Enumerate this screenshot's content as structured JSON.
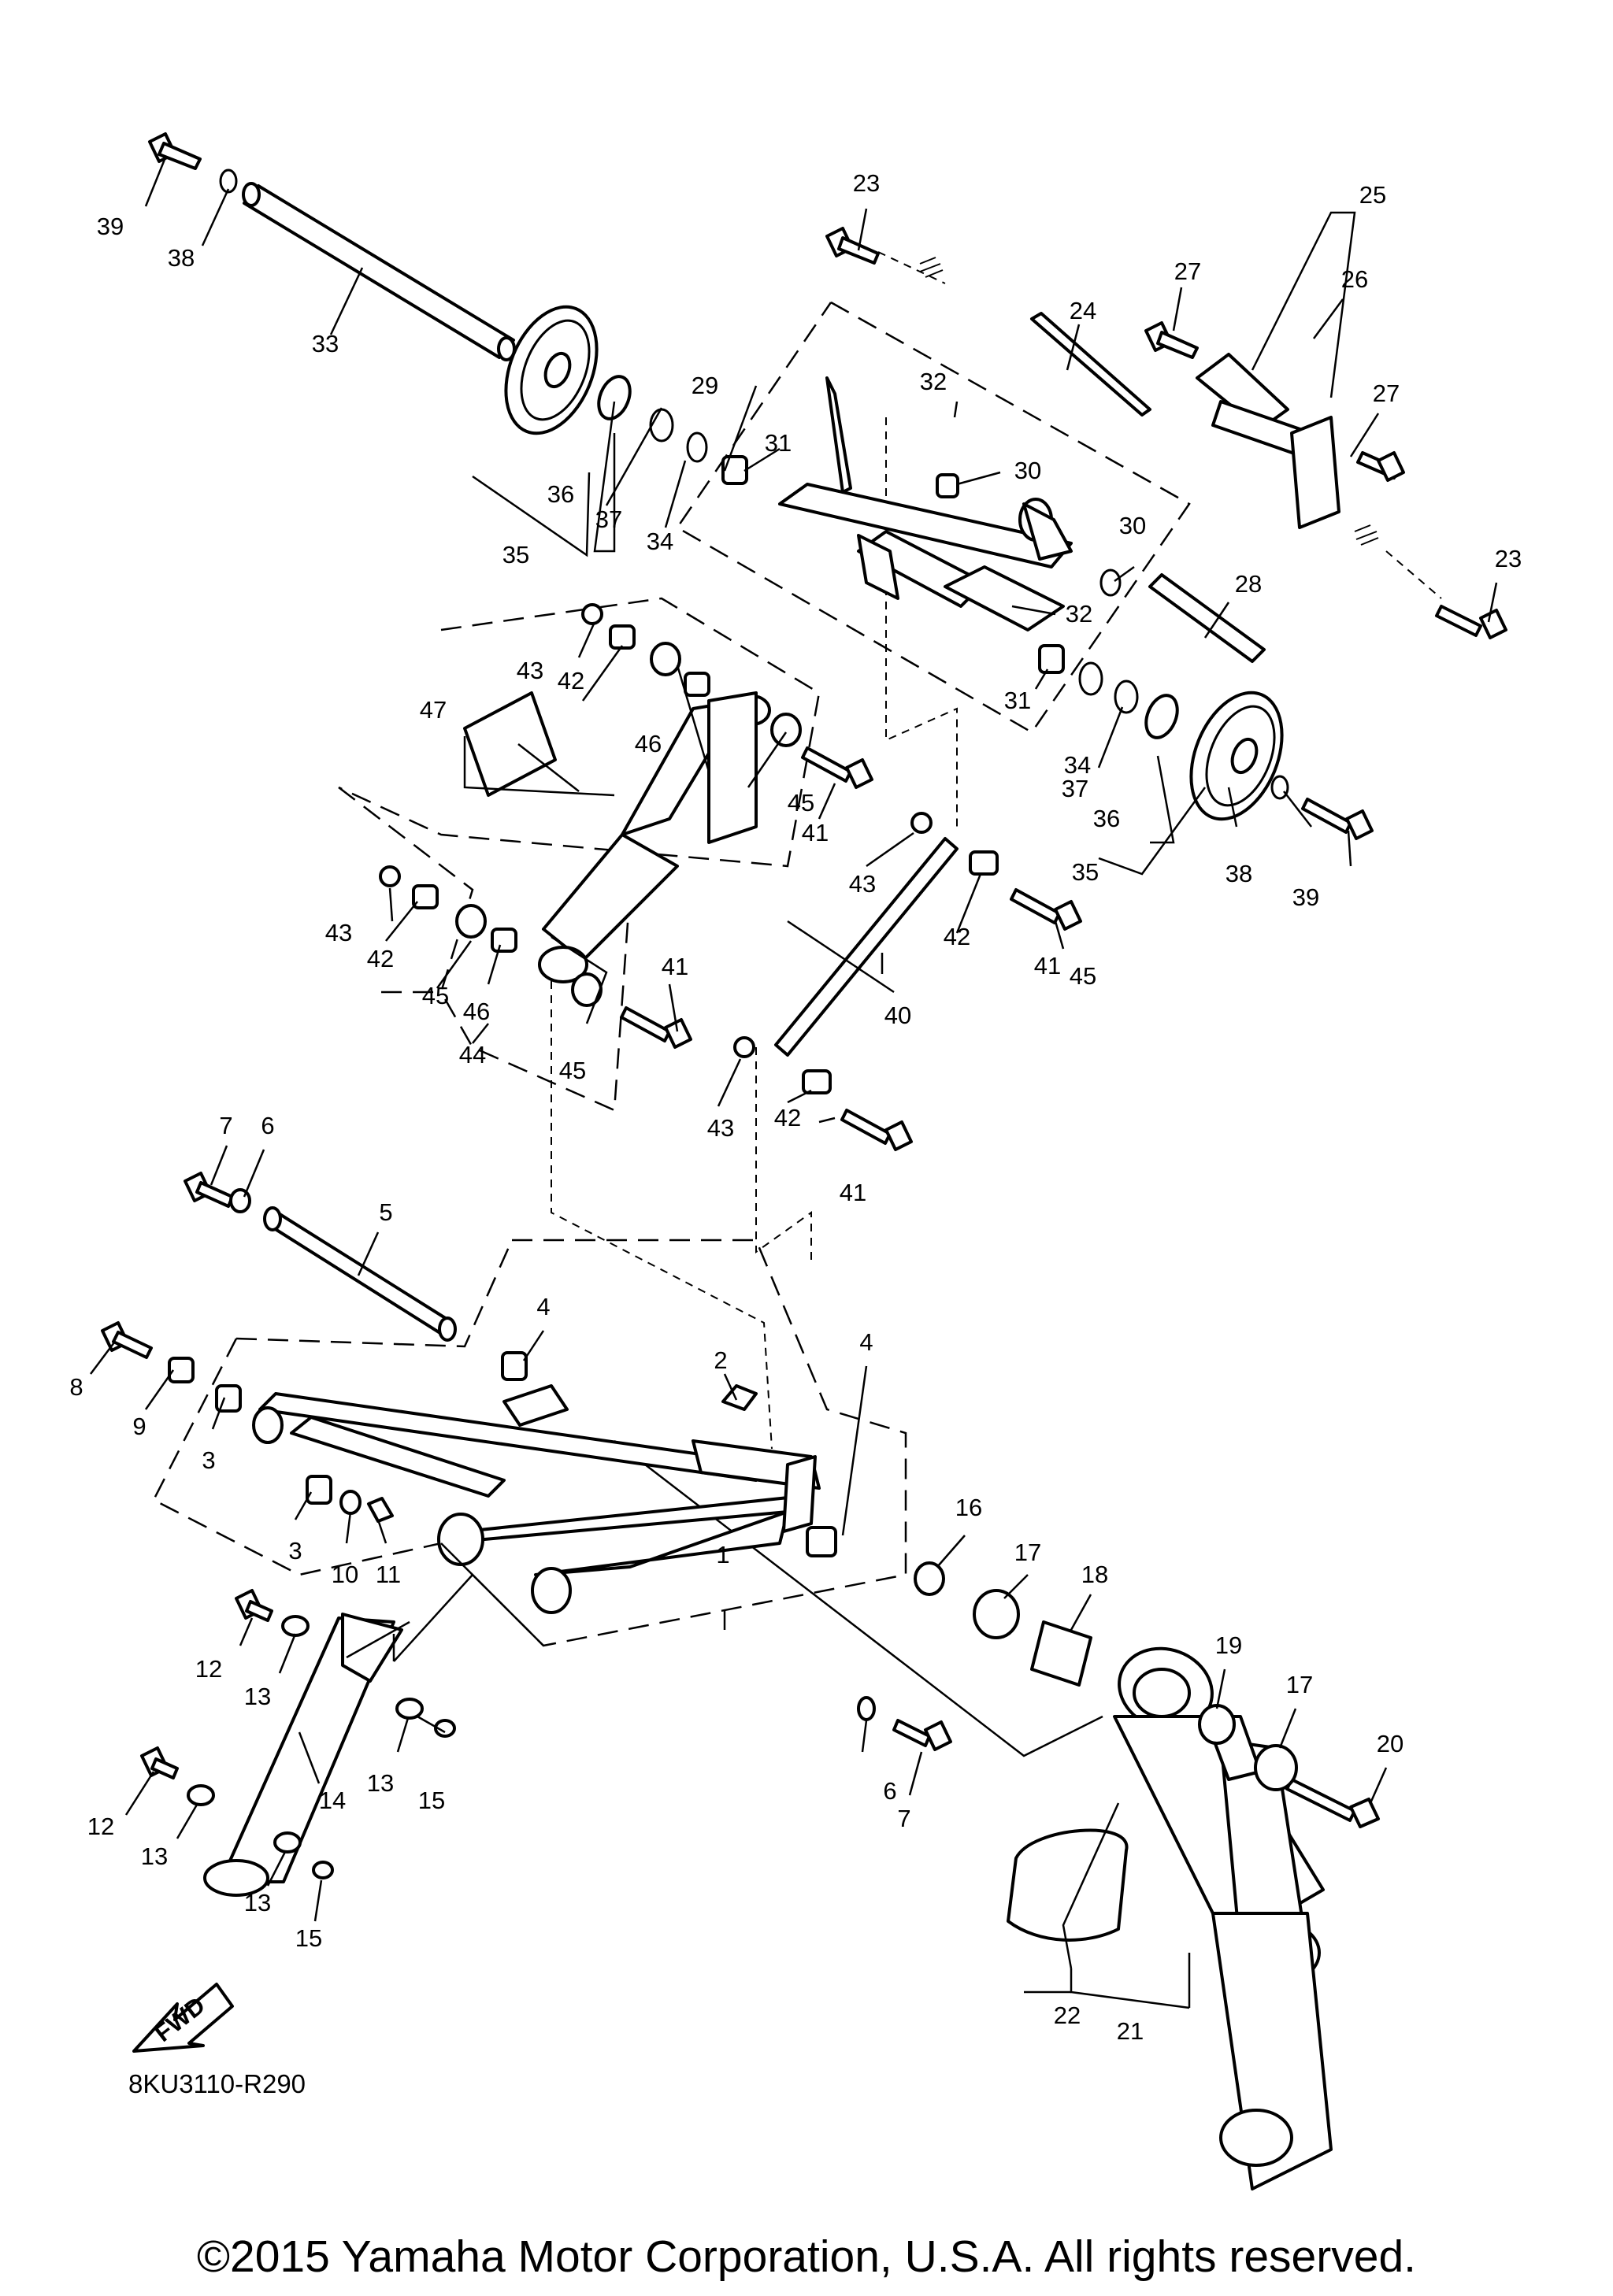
{
  "diagram": {
    "code": "8KU3110-R290",
    "copyright": "©2015 Yamaha Motor Corporation, U.S.A. All rights reserved.",
    "fwd_label": "FWD"
  },
  "callouts": [
    {
      "n": "1"
    },
    {
      "n": "2"
    },
    {
      "n": "3"
    },
    {
      "n": "3"
    },
    {
      "n": "4"
    },
    {
      "n": "4"
    },
    {
      "n": "5"
    },
    {
      "n": "6"
    },
    {
      "n": "6"
    },
    {
      "n": "7"
    },
    {
      "n": "7"
    },
    {
      "n": "8"
    },
    {
      "n": "9"
    },
    {
      "n": "10"
    },
    {
      "n": "11"
    },
    {
      "n": "12"
    },
    {
      "n": "12"
    },
    {
      "n": "13"
    },
    {
      "n": "13"
    },
    {
      "n": "13"
    },
    {
      "n": "13"
    },
    {
      "n": "14"
    },
    {
      "n": "15"
    },
    {
      "n": "15"
    },
    {
      "n": "16"
    },
    {
      "n": "17"
    },
    {
      "n": "17"
    },
    {
      "n": "18"
    },
    {
      "n": "19"
    },
    {
      "n": "20"
    },
    {
      "n": "21"
    },
    {
      "n": "22"
    },
    {
      "n": "23"
    },
    {
      "n": "23"
    },
    {
      "n": "24"
    },
    {
      "n": "25"
    },
    {
      "n": "26"
    },
    {
      "n": "27"
    },
    {
      "n": "27"
    },
    {
      "n": "28"
    },
    {
      "n": "29"
    },
    {
      "n": "30"
    },
    {
      "n": "30"
    },
    {
      "n": "31"
    },
    {
      "n": "31"
    },
    {
      "n": "32"
    },
    {
      "n": "32"
    },
    {
      "n": "33"
    },
    {
      "n": "34"
    },
    {
      "n": "34"
    },
    {
      "n": "35"
    },
    {
      "n": "35"
    },
    {
      "n": "36"
    },
    {
      "n": "36"
    },
    {
      "n": "37"
    },
    {
      "n": "37"
    },
    {
      "n": "38"
    },
    {
      "n": "38"
    },
    {
      "n": "39"
    },
    {
      "n": "39"
    },
    {
      "n": "40"
    },
    {
      "n": "41"
    },
    {
      "n": "41"
    },
    {
      "n": "41"
    },
    {
      "n": "41"
    },
    {
      "n": "42"
    },
    {
      "n": "42"
    },
    {
      "n": "42"
    },
    {
      "n": "42"
    },
    {
      "n": "43"
    },
    {
      "n": "43"
    },
    {
      "n": "43"
    },
    {
      "n": "43"
    },
    {
      "n": "44"
    },
    {
      "n": "45"
    },
    {
      "n": "45"
    },
    {
      "n": "45"
    },
    {
      "n": "45"
    },
    {
      "n": "46"
    },
    {
      "n": "46"
    },
    {
      "n": "47"
    }
  ]
}
